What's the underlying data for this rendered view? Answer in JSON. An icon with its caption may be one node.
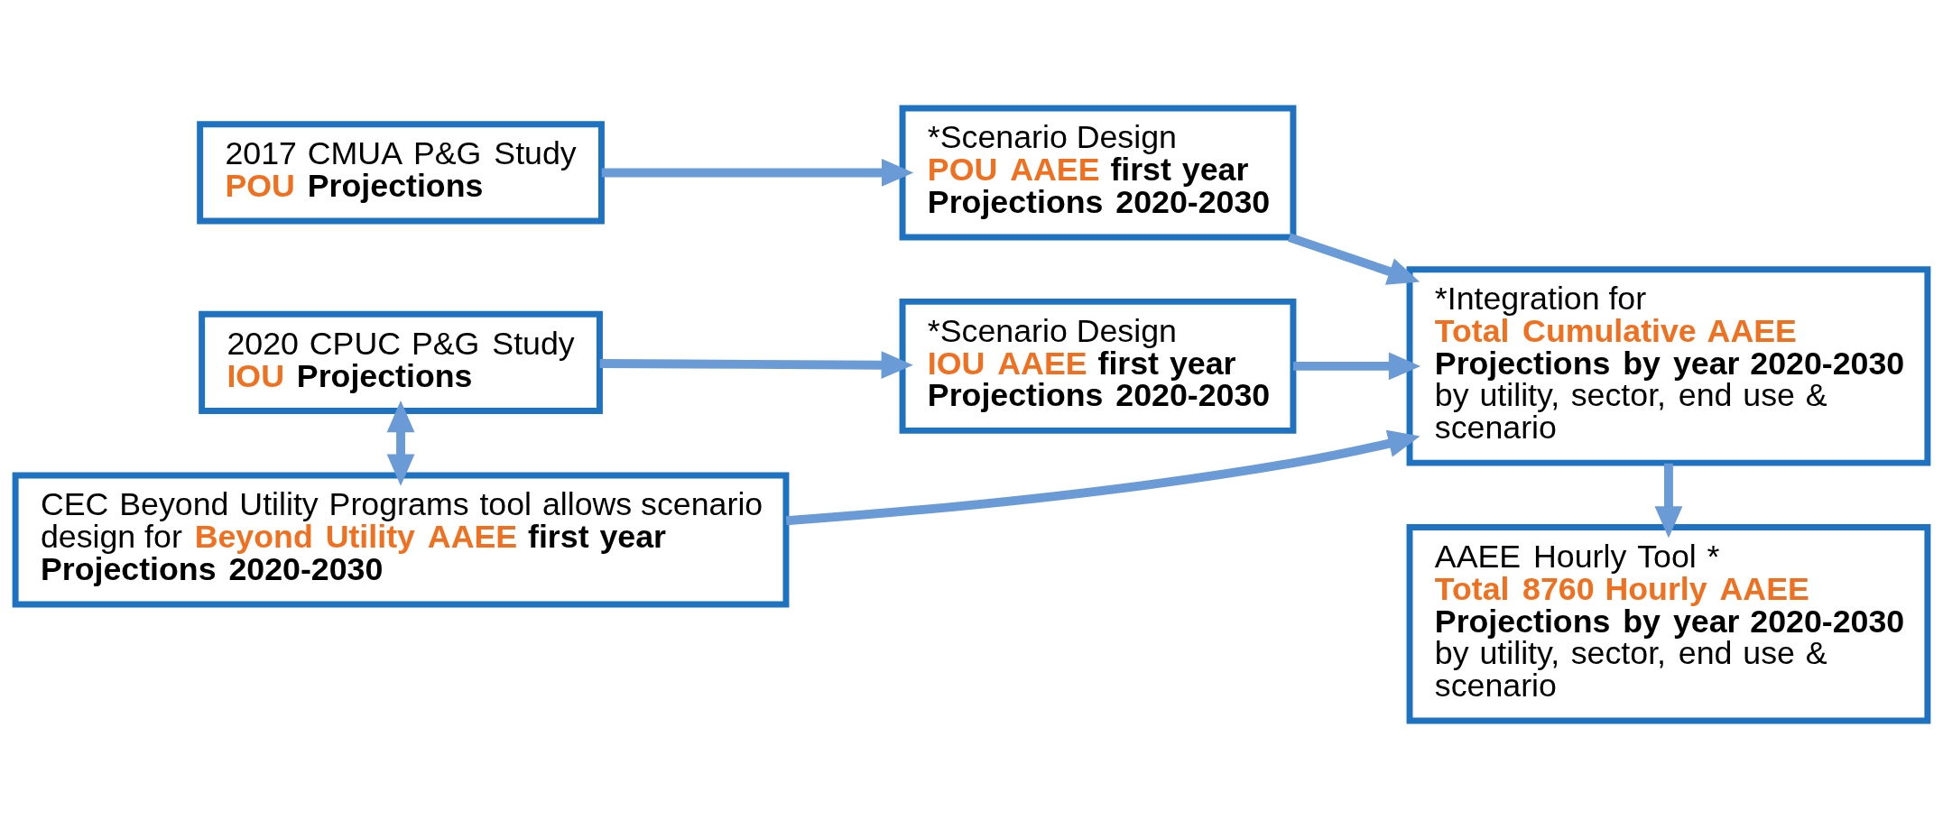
{
  "diagram": {
    "nodes": [
      {
        "text": [
          "2017 CMUA P&G Study",
          "**POU** **Projections**"
        ]
      },
      {
        "text": [
          "*Scenario Design",
          "**POU AAEE** **first year Projections 2020-2030**"
        ]
      },
      {
        "text": [
          "*Integration for",
          "**Total Cumulative AAEE**",
          "**Projections by year 2020-2030**",
          "by utility, sector, end use & scenario"
        ]
      },
      {
        "text": [
          "2020 CPUC P&G Study",
          "**IOU** **Projections**"
        ]
      },
      {
        "text": [
          "*Scenario Design",
          "**IOU AAEE** **first year Projections 2020-2030**"
        ]
      },
      {
        "text": [
          "CEC Beyond Utility Programs tool allows scenario design for **Beyond Utility AAEE** **first year Projections 2020-2030**"
        ]
      },
      {
        "text": [
          "AAEE Hourly Tool *",
          "**Total 8760 Hourly AAEE**",
          "**Projections by year 2020-2030**",
          "by utility, sector, end use & scenario"
        ]
      }
    ],
    "edges": [
      {
        "from": 0,
        "to": 1,
        "arrow": "to"
      },
      {
        "from": 1,
        "to": 2,
        "arrow": "to"
      },
      {
        "from": 3,
        "to": 4,
        "arrow": "to"
      },
      {
        "from": 4,
        "to": 2,
        "arrow": "to"
      },
      {
        "from": 5,
        "to": 2,
        "arrow": "to"
      },
      {
        "from": 3,
        "to": 5,
        "arrow": "both"
      },
      {
        "from": 2,
        "to": 6,
        "arrow": "to"
      }
    ]
  }
}
